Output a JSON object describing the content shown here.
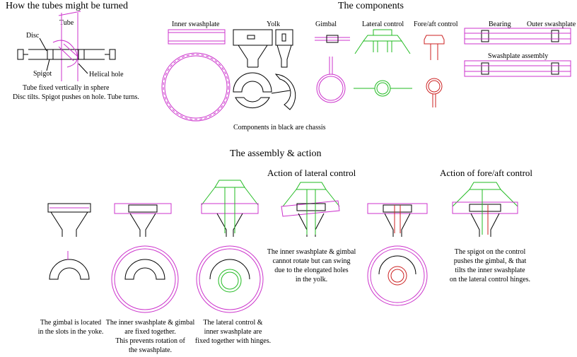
{
  "headings": {
    "tubes": "How the tubes might be turned",
    "components": "The components",
    "assembly": "The assembly & action",
    "lateral": "Action of lateral control",
    "foreaft": "Action of fore/aft control"
  },
  "tube_labels": {
    "tube": "Tube",
    "disc": "Disc",
    "spigot": "Spigot",
    "helical": "Helical hole",
    "caption_1": "Tube fixed vertically in sphere",
    "caption_2": "Disc tilts. Spigot pushes on hole. Tube turns."
  },
  "component_labels": {
    "inner": "Inner swashplate",
    "yolk": "Yolk",
    "gimbal": "Gimbal",
    "lateral": "Lateral control",
    "foreaft": "Fore/aft control",
    "bearing": "Bearing",
    "outer": "Outer swashplate",
    "assembly": "Swashplate assembly",
    "chassis_note": "Components in black are chassis"
  },
  "captions": {
    "gimbal_1": "The gimbal is located",
    "gimbal_2": "in the slots in the yoke.",
    "fixed_1": "The inner swashplate & gimbal",
    "fixed_2": "are fixed together.",
    "fixed_3": "This prevents rotation of",
    "fixed_4": "the swashplate.",
    "hinge_1": "The lateral control &",
    "hinge_2": "inner swashplate are",
    "hinge_3": "fixed together with hinges.",
    "swing_1": "The inner swashplate & gimbal",
    "swing_2": "cannot rotate but can swing",
    "swing_3": "due to the elongated holes",
    "swing_4": "in the yolk.",
    "spigot_1": "The spigot on the control",
    "spigot_2": "pushes the gimbal, & that",
    "spigot_3": "tilts the inner swashplate",
    "spigot_4": "on the lateral control hinges."
  },
  "colors": {
    "chassis": "#000000",
    "swashplate": "#cc33cc",
    "lateral": "#22bb22",
    "foreaft": "#cc2222"
  }
}
